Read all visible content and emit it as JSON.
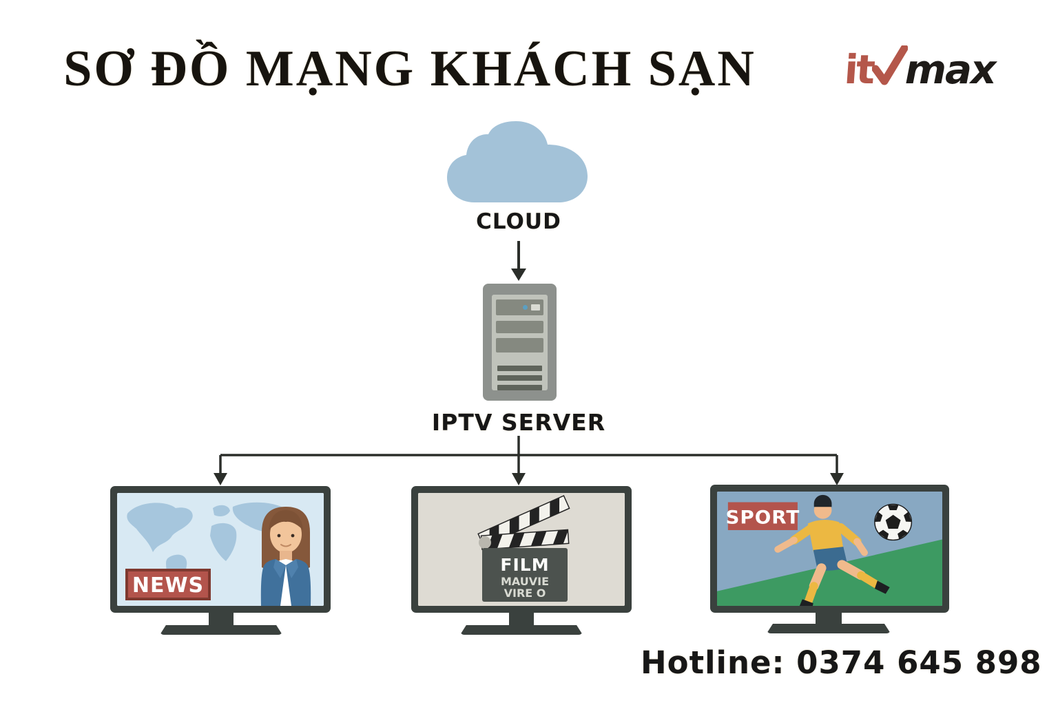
{
  "header": {
    "title": "SƠ ĐỒ MẠNG KHÁCH SẠN",
    "logo_prefix": "it",
    "logo_suffix": "max"
  },
  "diagram": {
    "cloud_label": "CLOUD",
    "server_label": "IPTV SERVER"
  },
  "tvs": [
    {
      "channel": "news",
      "badge": "NEWS"
    },
    {
      "channel": "film",
      "clapper_line1": "FILM",
      "clapper_line2": "MAUVIE",
      "clapper_line3": "VIRE O"
    },
    {
      "channel": "sport",
      "badge": "SPORT"
    }
  ],
  "footer": {
    "hotline": "Hotline: 0374 645 898"
  },
  "colors": {
    "logo_red": "#b4574a",
    "badge_red": "#b3544c",
    "badge_border": "#7e392f",
    "cloud_blue": "#a3c2d8",
    "server_gray": "#8d918d",
    "tv_frame": "#3a413e",
    "line_color": "#2b2e2a",
    "news_screen": "#d8e9f3",
    "map_blue": "#a6c6dd",
    "film_screen": "#dedbd3",
    "sport_sky": "#88a8c2",
    "sport_green": "#3d9a62",
    "jersey_yellow": "#ecb842",
    "shorts_blue": "#3b6b90",
    "skin": "#f0ba8c"
  }
}
